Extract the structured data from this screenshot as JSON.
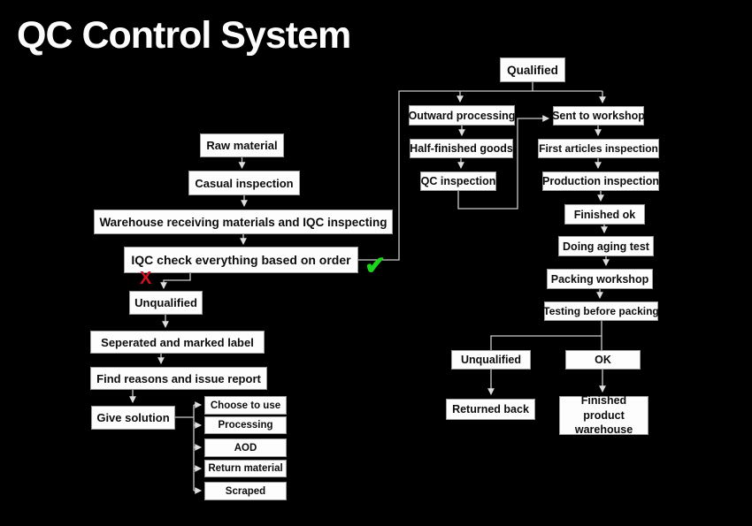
{
  "title": "QC Control System",
  "colors": {
    "background": "#000000",
    "box_bg": "#fdfdfd",
    "box_text": "#0d0d0d",
    "line": "#cbcbcb",
    "pass_green": "#1cd41c",
    "fail_red": "#d11222"
  },
  "icons": {
    "pass_check": "✔",
    "fail_x": "X"
  },
  "nodes": {
    "raw_material": {
      "label": "Raw material"
    },
    "casual_inspection": {
      "label": "Casual inspection"
    },
    "warehouse_receiving": {
      "label": "Warehouse receiving materials and IQC inspecting"
    },
    "iqc_check": {
      "label": "IQC check everything based on order"
    },
    "unqualified_left": {
      "label": "Unqualified"
    },
    "seperated_marked": {
      "label": "Seperated and marked label"
    },
    "find_reasons": {
      "label": "Find reasons and issue report"
    },
    "give_solution": {
      "label": "Give solution"
    },
    "choose_to_use": {
      "label": "Choose to use"
    },
    "processing": {
      "label": "Processing"
    },
    "aod": {
      "label": "AOD"
    },
    "return_material": {
      "label": "Return material"
    },
    "scraped": {
      "label": "Scraped"
    },
    "qualified": {
      "label": "Qualified"
    },
    "outward_processing": {
      "label": "Outward processing"
    },
    "half_finished_goods": {
      "label": "Half-finished goods"
    },
    "qc_inspection": {
      "label": "QC inspection"
    },
    "sent_to_workshop": {
      "label": "Sent to workshop"
    },
    "first_articles_inspection": {
      "label": "First articles inspection"
    },
    "production_inspection": {
      "label": "Production inspection"
    },
    "finished_ok": {
      "label": "Finished ok"
    },
    "doing_aging_test": {
      "label": "Doing aging test"
    },
    "packing_workshop": {
      "label": "Packing workshop"
    },
    "testing_before_packing": {
      "label": "Testing before packing"
    },
    "unqualified_right": {
      "label": "Unqualified"
    },
    "ok": {
      "label": "OK"
    },
    "returned_back": {
      "label": "Returned back"
    },
    "finished_product_warehouse": {
      "label": "Finished product warehouse"
    }
  },
  "edges": [
    [
      "raw_material",
      "casual_inspection"
    ],
    [
      "casual_inspection",
      "warehouse_receiving"
    ],
    [
      "warehouse_receiving",
      "iqc_check"
    ],
    [
      "iqc_check",
      "unqualified_left"
    ],
    [
      "unqualified_left",
      "seperated_marked"
    ],
    [
      "seperated_marked",
      "find_reasons"
    ],
    [
      "find_reasons",
      "give_solution"
    ],
    [
      "give_solution",
      "choose_to_use"
    ],
    [
      "give_solution",
      "processing"
    ],
    [
      "give_solution",
      "aod"
    ],
    [
      "give_solution",
      "return_material"
    ],
    [
      "give_solution",
      "scraped"
    ],
    [
      "iqc_check",
      "qualified"
    ],
    [
      "qualified",
      "outward_processing"
    ],
    [
      "qualified",
      "sent_to_workshop"
    ],
    [
      "outward_processing",
      "half_finished_goods"
    ],
    [
      "half_finished_goods",
      "qc_inspection"
    ],
    [
      "qc_inspection",
      "sent_to_workshop"
    ],
    [
      "sent_to_workshop",
      "first_articles_inspection"
    ],
    [
      "first_articles_inspection",
      "production_inspection"
    ],
    [
      "production_inspection",
      "finished_ok"
    ],
    [
      "finished_ok",
      "doing_aging_test"
    ],
    [
      "doing_aging_test",
      "packing_workshop"
    ],
    [
      "packing_workshop",
      "testing_before_packing"
    ],
    [
      "testing_before_packing",
      "unqualified_right"
    ],
    [
      "testing_before_packing",
      "ok"
    ],
    [
      "unqualified_right",
      "returned_back"
    ],
    [
      "ok",
      "finished_product_warehouse"
    ]
  ]
}
